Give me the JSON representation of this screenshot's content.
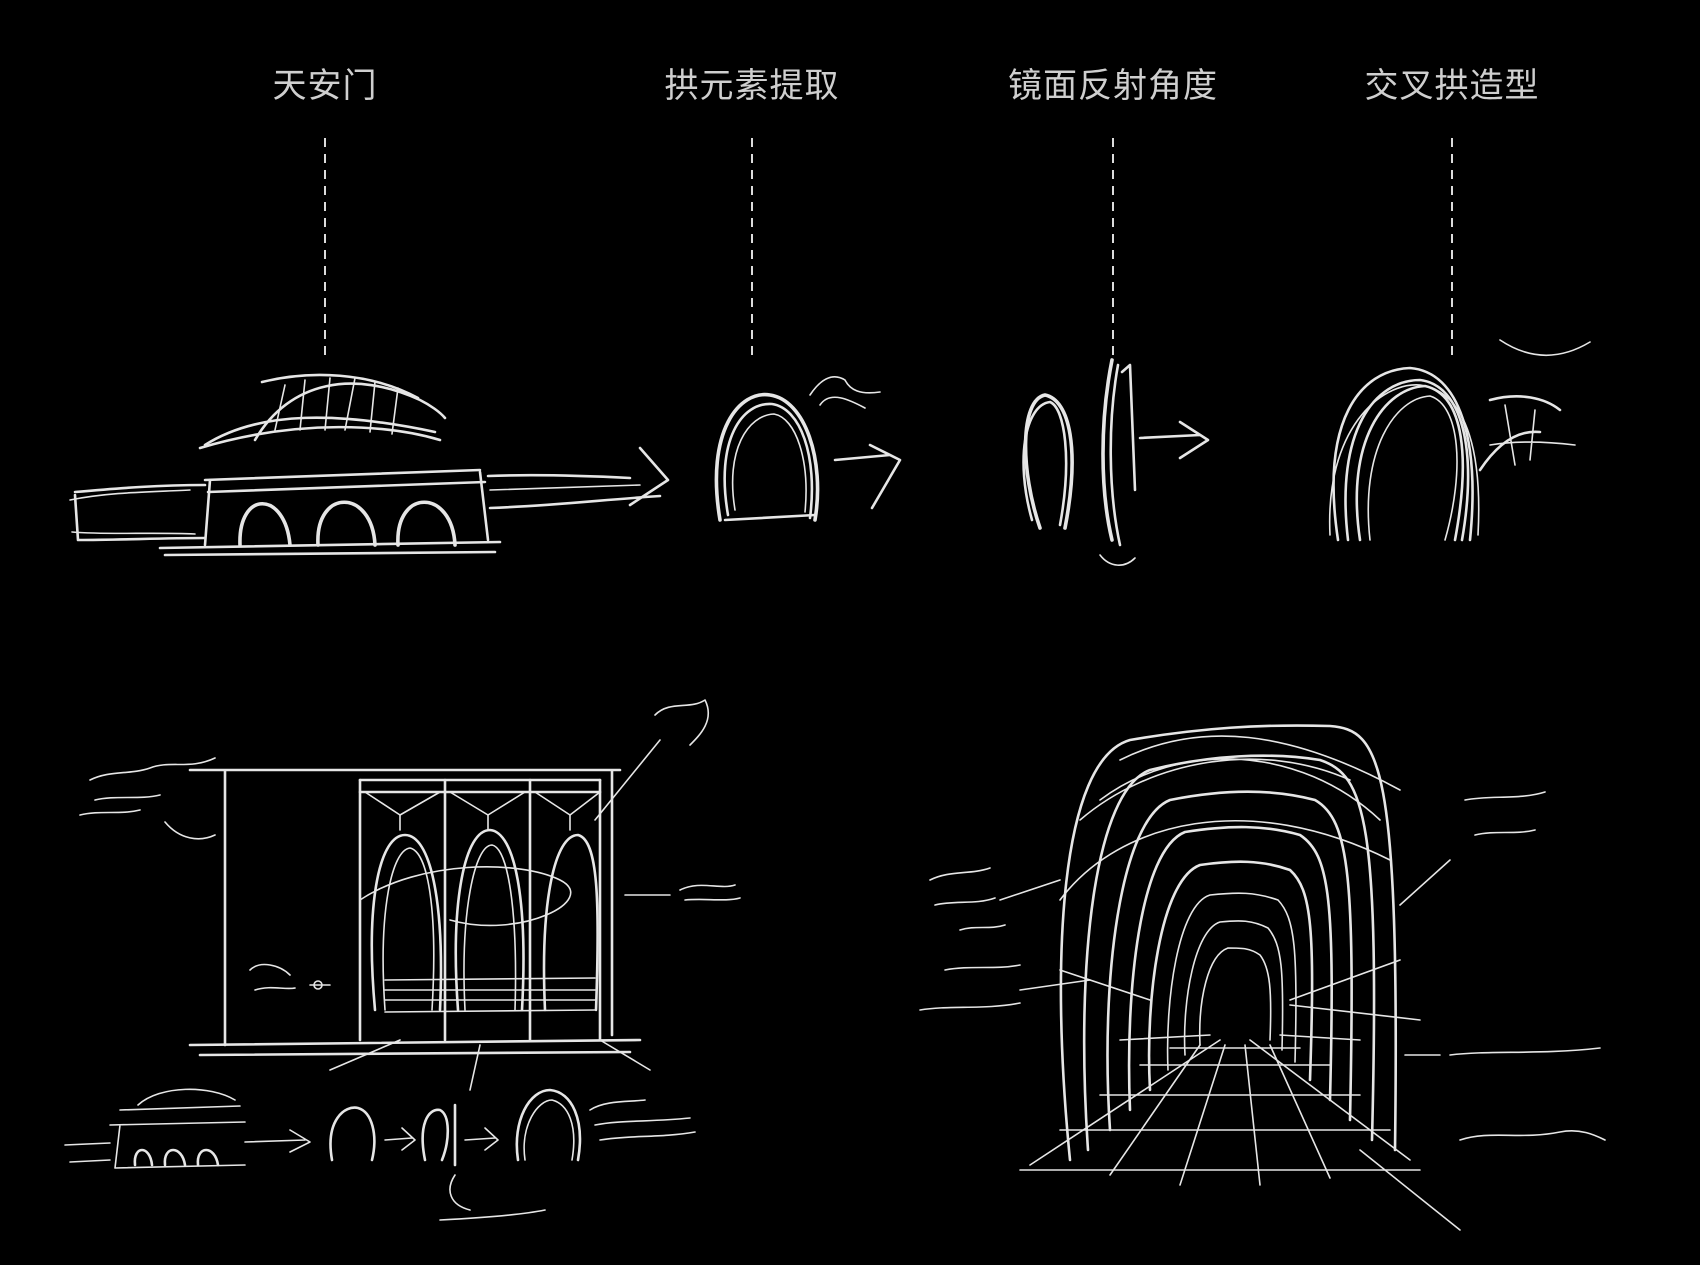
{
  "steps": [
    {
      "label": "天安门"
    },
    {
      "label": "拱元素提取"
    },
    {
      "label": "镜面反射角度"
    },
    {
      "label": "交叉拱造型"
    }
  ],
  "colors": {
    "background": "#000000",
    "line": "#e6e6e6",
    "label": "#cfcfcf"
  }
}
